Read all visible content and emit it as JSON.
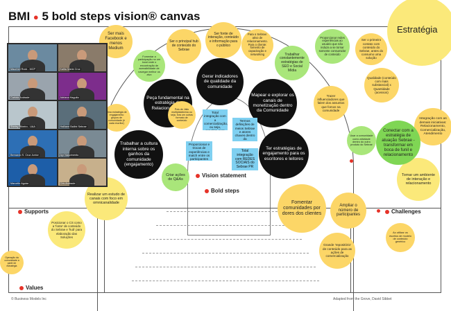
{
  "header": {
    "brand": "BMI",
    "title": "5 bold steps vision® canvas",
    "strategy_label": "Estratégia"
  },
  "sections": {
    "vision": "Vision statement",
    "bold_steps": "Bold steps",
    "supports": "Supports",
    "challenges": "Challenges",
    "values": "Values"
  },
  "vision_circles": [
    "Gerar indicadores de qualidade da comunidade",
    "Peça fundamental na estratégia de Relacionamento",
    "Mapear e explorar os canais de monetização dentro da Comunidade",
    "Trabalhar a cultura interna sobre os ganhos da comunidade (engajamento)",
    "Ter estratégias de engajamento para os escritores e leitores"
  ],
  "stickies": [
    "Total integração com a comercialização, ou seja, canalém para vendas",
    "Termos definições de meios Sebrae e atores chaves dentro da Comunidade",
    "Proporcionar e trocas de experiências e match entre os participantes",
    "Total integração com REDES SOCIAIS do Sebrae PR"
  ],
  "circles_yellow": [
    "Ser mais Facebook e menos Medium",
    "Ser o principal hub de conteúdo do Sebrae",
    "Ser fonte de interação, conteúdo e informação para o público",
    "Para o Sebrae: ativo de relacionamento. Para o cliente: fomento de capacitação e networking",
    "Ser o primeiro contato com conteúdo do Sebrae, antes do consumo uma solução",
    "Trazer influenciadores que falem dos assuntos que fomos na comunidade",
    "Qualidade (conteúdo com mais substancial) x Quantidade (acessos)",
    "Uma estratégia de engajamento grupos de comunidade (é cada escritor)",
    "Pois de Jálio multiplataforma ou seja, fora um outras formato de conteúdo",
    "Integração com as demais iniciativas: Relacionamento, Comercialização, Atendimento",
    "Fomentar comunidades por dores dos clientes",
    "Ampliar o número de participantes",
    "Grande 'repositório' de conteúdo para as ações de comercialização",
    "Ao utilizar os escritos de modelo de conteúdo genérico",
    "Operação da comunidade a partir de estratégia",
    "Realizar um estudo de canais com foco em omnicanalidade",
    "Posicionar o CS como a 'fonte' de conteúdo do Sebrae e 'hub' para elaboração das Soluções",
    "Tornar um ambiente de interação e relacionamento"
  ],
  "circles_green": [
    "Fomentar a participação no um local onde o encontração de acessibilidade de navegar melhor os alvo",
    "Trabalhar constantemente estratégias de SEO e Social Mídia",
    "Proporcionar redes experiências ao usuário que não induza a se tornar somente consumidor de conteúdo",
    "Usar a comunidade como atividade dentro do outro produto do Sebrae",
    "Conectar com a estratégia de atuação Sebrae - transformar em boca de funil e relacionamento",
    "Criar ações de Q&As"
  ],
  "video_tiles": [
    "Maurinei Rock - MCP",
    "Kalita Maria Cruz",
    "Carlota Andrade",
    "Adriana Haguito",
    "Shirley Ribeiro - UAA",
    "Halliane Ballini Sebrae",
    "Bernardo S. Cruz Junior",
    "Ayr Nascimento",
    "Marcelle Aguiar",
    "Cris Andrade"
  ],
  "footer": {
    "left": "© Business Models Inc",
    "right": "Adapted from the Grove, David Sibbet"
  }
}
